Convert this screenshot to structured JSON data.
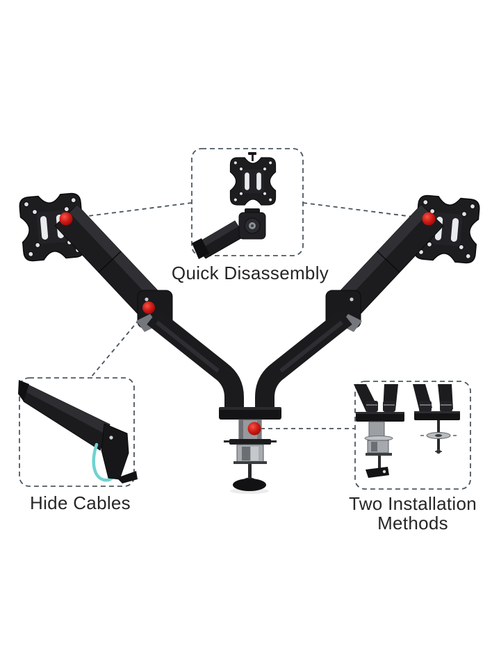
{
  "product_diagram": {
    "background_color": "#ffffff",
    "product_color": "#1b1b1e",
    "metal_gray_color": "#9ca0a4",
    "marker_color": "#cc1414",
    "callout_border_color": "#4b5961",
    "cable_color": "#6ed3d1",
    "label_text_color": "#262626"
  },
  "callouts": [
    {
      "id": "quick-disassembly",
      "label": "Quick Disassembly"
    },
    {
      "id": "hide-cables",
      "label": "Hide Cables"
    },
    {
      "id": "two-installation-methods",
      "label": "Two Installation Methods",
      "label_line1": "Two Installation",
      "label_line2": "Methods"
    }
  ],
  "markers": {
    "color": "#cc1414",
    "locations": [
      "left-vesa-plate",
      "right-vesa-plate",
      "left-arm-joint",
      "desk-clamp-base"
    ]
  }
}
